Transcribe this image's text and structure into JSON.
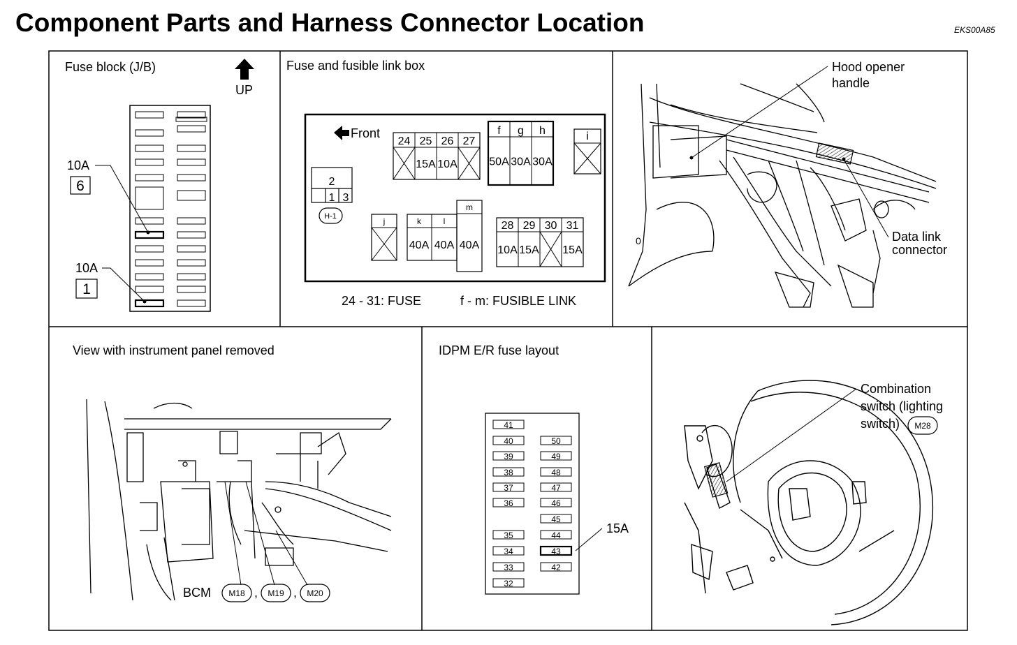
{
  "page": {
    "title": "Component Parts and Harness Connector Location",
    "code": "EKS00A85"
  },
  "fuse_block": {
    "title": "Fuse block (J/B)",
    "up_label": "UP",
    "callout1_amp": "10A",
    "callout1_num": "6",
    "callout2_amp": "10A",
    "callout2_num": "1"
  },
  "fusible_box": {
    "title": "Fuse and fusible link box",
    "front_label": "Front",
    "h1_label": "H-1",
    "box2": {
      "top": "2",
      "left": "1",
      "right": "3"
    },
    "group_24_27": {
      "headers": [
        "24",
        "25",
        "26",
        "27"
      ],
      "values": [
        "",
        "15A",
        "10A",
        ""
      ]
    },
    "group_fgh": {
      "headers": [
        "f",
        "g",
        "h"
      ],
      "values": [
        "50A",
        "30A",
        "30A"
      ]
    },
    "box_i": "i",
    "box_j": "j",
    "group_klm": {
      "headers": [
        "k",
        "l",
        "m"
      ],
      "values": [
        "40A",
        "40A",
        "40A"
      ]
    },
    "group_28_31": {
      "headers": [
        "28",
        "29",
        "30",
        "31"
      ],
      "values": [
        "10A",
        "15A",
        "",
        "15A"
      ]
    },
    "legend_fuse": "24 - 31: FUSE",
    "legend_link": "f - m: FUSIBLE LINK"
  },
  "hood_panel": {
    "hood_label_line1": "Hood opener",
    "hood_label_line2": "handle",
    "dlc_line1": "Data link",
    "dlc_line2": "connector"
  },
  "instrument_panel": {
    "title": "View with instrument panel removed",
    "bcm": "BCM",
    "conn1": "M18",
    "conn2": "M19",
    "conn3": "M20",
    "sep": ","
  },
  "ipdm": {
    "title": "IDPM E/R fuse layout",
    "left_column": [
      "41",
      "40",
      "39",
      "38",
      "37",
      "36",
      "35",
      "34",
      "33",
      "32"
    ],
    "right_column": [
      "50",
      "49",
      "48",
      "47",
      "46",
      "45",
      "44",
      "43",
      "42"
    ],
    "callout_amp": "15A"
  },
  "combination_switch": {
    "line1": "Combination",
    "line2": "switch (lighting",
    "line3": "switch)",
    "connector": "M28"
  }
}
